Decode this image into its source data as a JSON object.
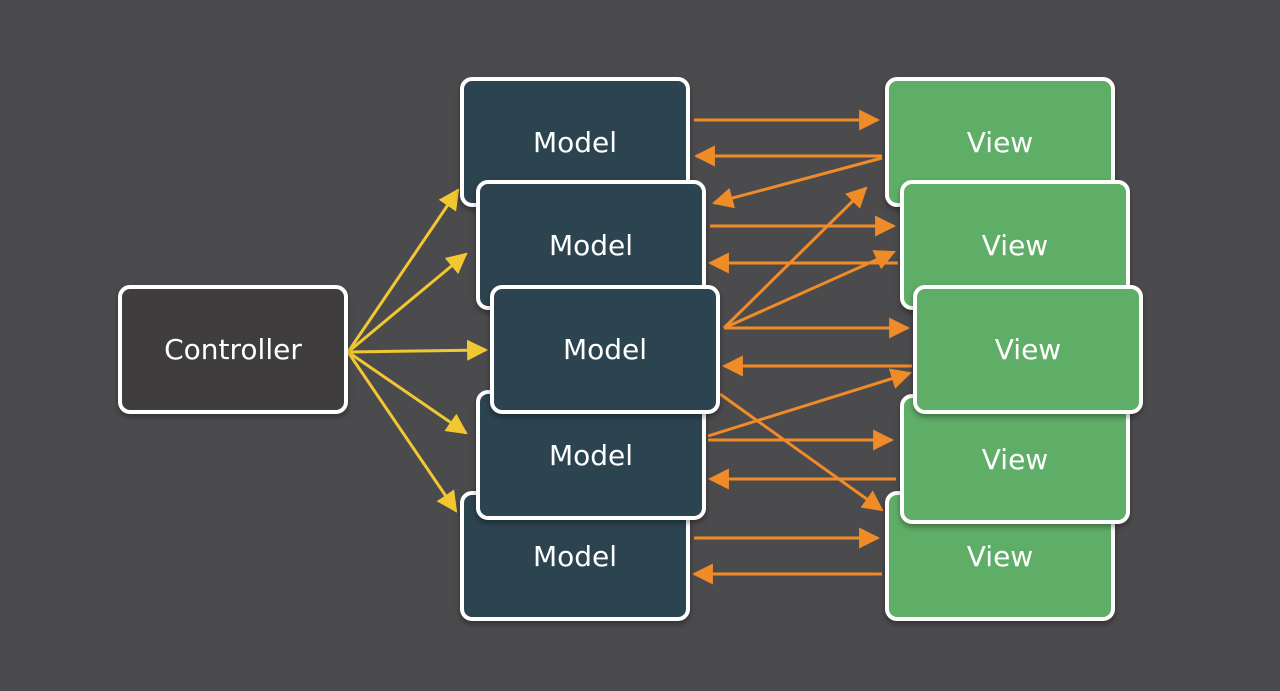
{
  "colors": {
    "background": "#4b4b4d",
    "controller": "#3f3d3e",
    "model": "#2c4350",
    "view": "#5fae67",
    "border": "#ffffff",
    "controller_arrow": "#f2c832",
    "model_view_arrow": "#f08c28"
  },
  "controller": {
    "label": "Controller"
  },
  "models": [
    {
      "label": "Model"
    },
    {
      "label": "Model"
    },
    {
      "label": "Model"
    },
    {
      "label": "Model"
    },
    {
      "label": "Model"
    }
  ],
  "views": [
    {
      "label": "View"
    },
    {
      "label": "View"
    },
    {
      "label": "View"
    },
    {
      "label": "View"
    },
    {
      "label": "View"
    }
  ]
}
